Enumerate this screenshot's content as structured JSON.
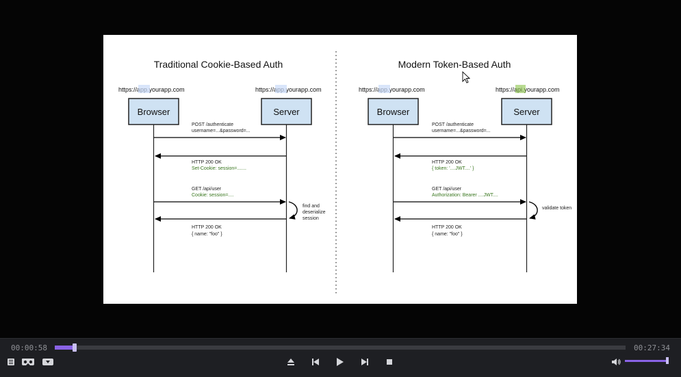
{
  "player": {
    "current_time": "00:00:58",
    "total_time": "00:27:34",
    "progress_fraction": 0.035,
    "volume_fraction": 0.97,
    "accent_color": "#8a63e6"
  },
  "slide": {
    "left": {
      "title": "Traditional Cookie-Based Auth",
      "browser_url_prefix": "https://",
      "browser_url_highlight": "app",
      "browser_url_suffix": ".yourapp.com",
      "server_url_prefix": "https://",
      "server_url_highlight": "app",
      "server_url_suffix": ".yourapp.com",
      "browser_label": "Browser",
      "server_label": "Server",
      "msg1_line1": "POST /authenticate",
      "msg1_line2": "username=...&password=...",
      "msg2_line1": "HTTP 200 OK",
      "msg2_line2": "Set-Cookie: session=.......",
      "msg3_line1": "GET /api/user",
      "msg3_line2": "Cookie: session=....",
      "note_line1": "find and",
      "note_line2": "deserialize",
      "note_line3": "session",
      "msg4_line1": "HTTP 200 OK",
      "msg4_line2": "{ name: \"foo\" }"
    },
    "right": {
      "title": "Modern Token-Based Auth",
      "browser_url_prefix": "https://",
      "browser_url_highlight": "app",
      "browser_url_suffix": ".yourapp.com",
      "server_url_prefix": "https://",
      "server_url_highlight": "api",
      "server_url_suffix": ".yourapp.com",
      "browser_label": "Browser",
      "server_label": "Server",
      "msg1_line1": "POST /authenticate",
      "msg1_line2": "username=...&password=...",
      "msg2_line1": "HTTP 200 OK",
      "msg2_line2": "{ token: '....JWT....' }",
      "msg3_line1": "GET /api/user",
      "msg3_line2": "Authorization: Bearer ....JWT....",
      "note_line1": "validate token",
      "msg4_line1": "HTTP 200 OK",
      "msg4_line2": "{ name: \"foo\" }"
    }
  },
  "colors": {
    "box_fill": "#cfe2f3",
    "highlight_blue": "#c9daf8",
    "highlight_green": "#8bc34a",
    "green_text": "#38761d"
  },
  "icons": {
    "playlist": "playlist-icon",
    "vr": "vr-icon",
    "download": "download-icon",
    "eject": "eject-icon",
    "previous": "previous-icon",
    "play": "play-icon",
    "next": "next-icon",
    "stop": "stop-icon",
    "volume": "volume-icon"
  }
}
